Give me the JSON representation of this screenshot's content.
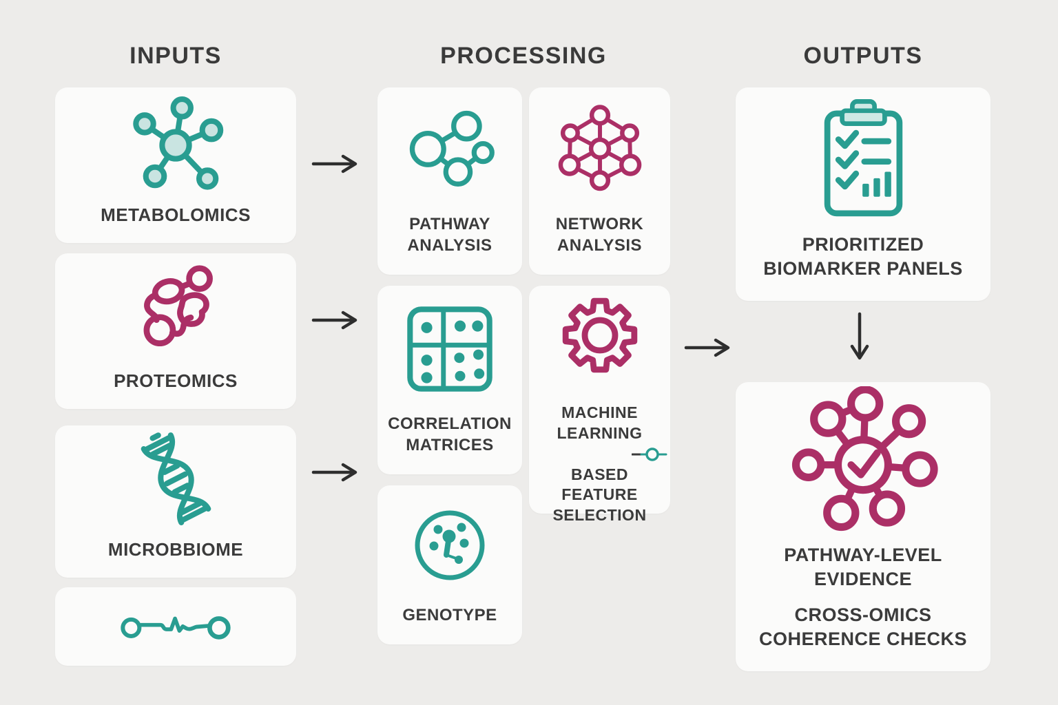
{
  "palette": {
    "teal": "#299d91",
    "teal_fill": "#c9e4e1",
    "clip_fill": "#cfe9e5",
    "magenta": "#ab2f66",
    "text": "#3b3b3b",
    "background": "#edecea",
    "card_background": "#fbfbfa",
    "arrow": "#2e2e2e"
  },
  "columns": {
    "inputs": {
      "header": "INPUTS"
    },
    "processing": {
      "header": "PROCESSING"
    },
    "outputs": {
      "header": "OUTPUTS"
    }
  },
  "cards": {
    "metabolomics": {
      "label": "METABOLOMICS",
      "icon": "molecule-icon"
    },
    "proteomics": {
      "label": "PROTEOMICS",
      "icon": "protein-blob-icon"
    },
    "microbiome": {
      "label": "MICROBBIOME",
      "icon": "dna-helix-icon"
    },
    "connector": {
      "icon": "wavy-link-icon"
    },
    "pathway_analysis": {
      "label": "PATHWAY\nANALYSIS",
      "icon": "pathway-graph-icon"
    },
    "network_analysis": {
      "label": "NETWORK\nANALYSIS",
      "icon": "network-graph-icon"
    },
    "correlation_matrices": {
      "label": "CORRELATION\nMATRICES",
      "icon": "matrix-dots-icon"
    },
    "ml_feature_selection": {
      "label_top": "MACHINE\nLEARNING",
      "label_bottom": "BASED\nFEATURE\nSELECTION",
      "icon": "gear-icon",
      "glyph": "node-tag-icon"
    },
    "genotype": {
      "label": "GENOTYPE",
      "icon": "petri-dish-icon"
    },
    "biomarker_panels": {
      "label": "PRIORITIZED\nBIOMARKER PANELS",
      "icon": "clipboard-checklist-icon"
    },
    "pathway_evidence": {
      "label_primary": "PATHWAY-LEVEL\nEVIDENCE",
      "label_secondary": "CROSS-OMICS\nCOHERENCE CHECKS",
      "icon": "hub-check-icon"
    }
  },
  "arrows": [
    {
      "name": "metabolomics-to-processing",
      "direction": "right"
    },
    {
      "name": "proteomics-to-processing",
      "direction": "right"
    },
    {
      "name": "microbiome-to-processing",
      "direction": "right"
    },
    {
      "name": "processing-to-outputs",
      "direction": "right"
    },
    {
      "name": "biomarker-to-evidence",
      "direction": "down"
    }
  ]
}
